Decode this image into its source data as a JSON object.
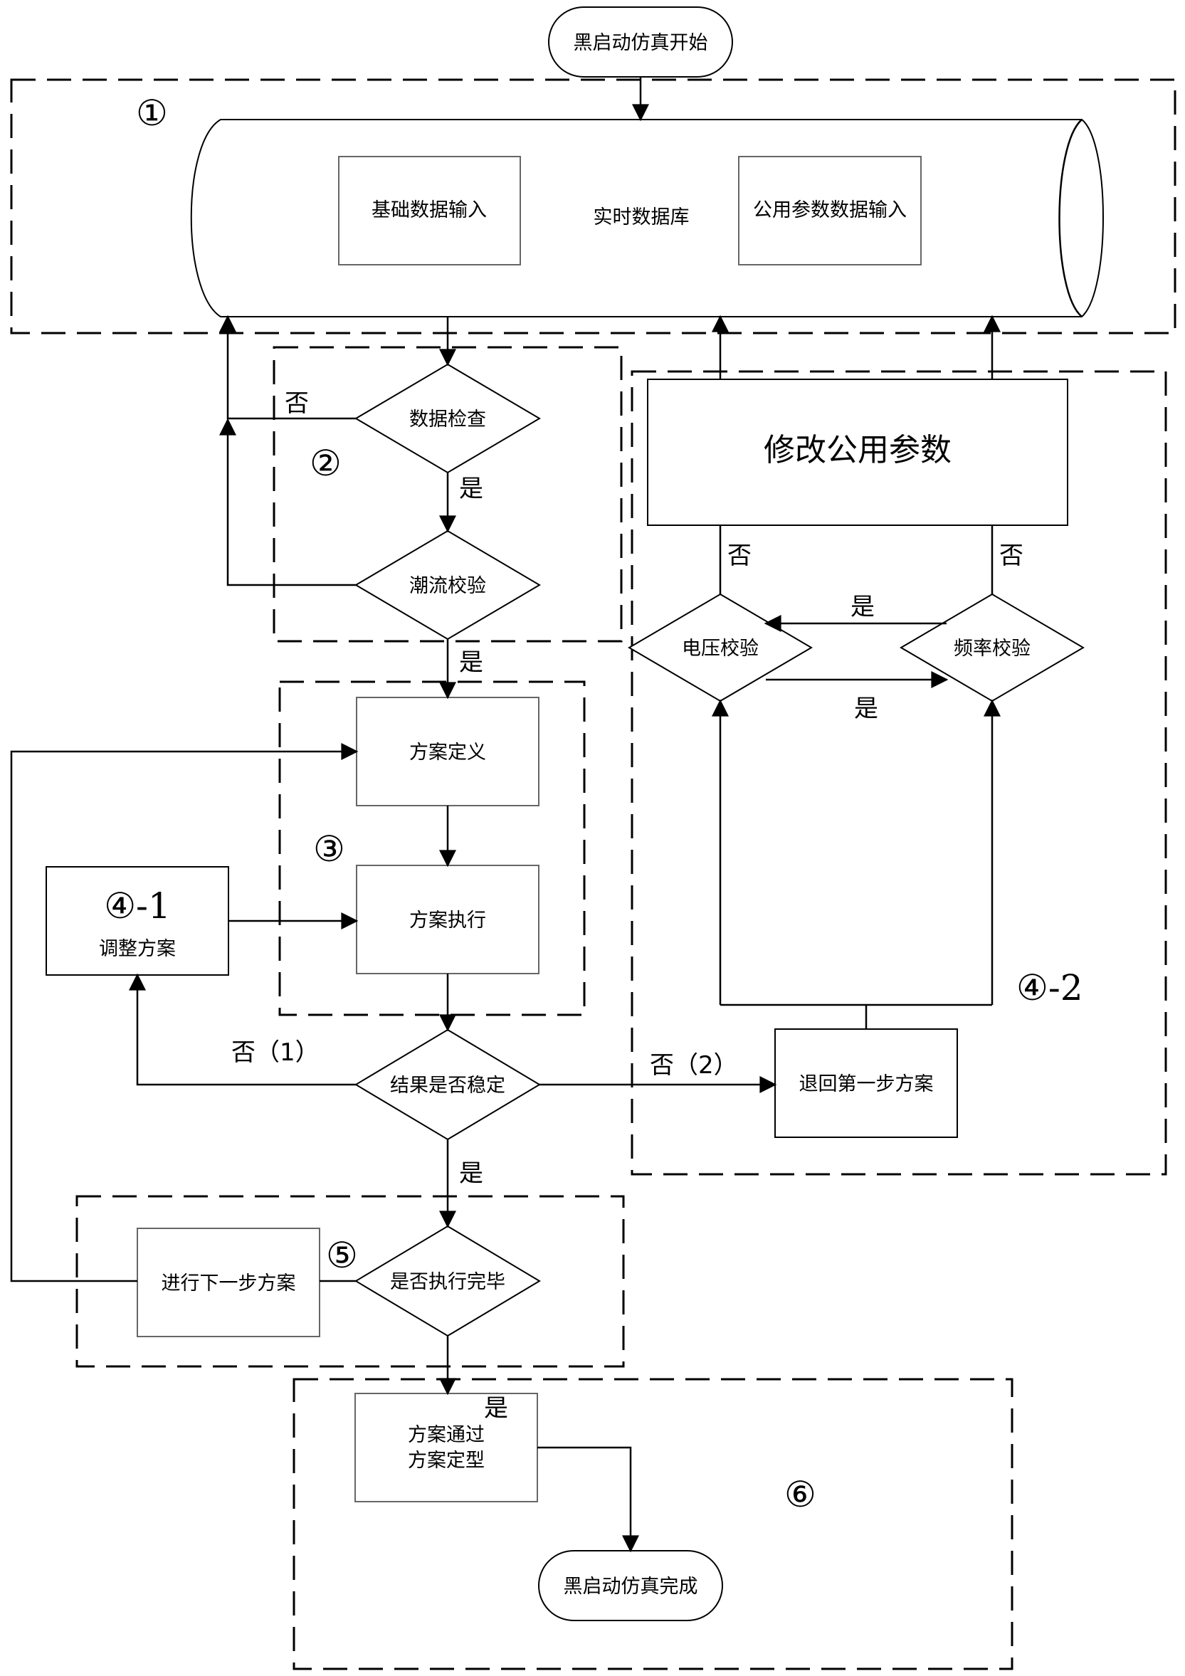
{
  "nodes": {
    "start": "黑启动仿真开始",
    "base_data": "基础数据输入",
    "realtime_db": "实时数据库",
    "public_param_input": "公用参数数据输入",
    "data_check": "数据检查",
    "flow_check": "潮流校验",
    "modify_param": "修改公用参数",
    "voltage_check": "电压校验",
    "freq_check": "频率校验",
    "plan_define": "方案定义",
    "plan_execute": "方案执行",
    "adjust_label": "④-1",
    "adjust_plan": "调整方案",
    "result_stable": "结果是否稳定",
    "rollback": "退回第一步方案",
    "next_step": "进行下一步方案",
    "exec_done": "是否执行完毕",
    "plan_pass_1": "方案通过",
    "plan_pass_2": "方案定型",
    "end": "黑启动仿真完成"
  },
  "groups": {
    "g1": "①",
    "g2": "②",
    "g3": "③",
    "g4_2": "④-2",
    "g5": "⑤",
    "g6": "⑥"
  },
  "edge_labels": {
    "data_check_no": "否",
    "data_check_yes": "是",
    "flow_check_yes": "是",
    "voltage_no": "否",
    "freq_no": "否",
    "freq_to_voltage_yes": "是",
    "voltage_to_freq_yes": "是",
    "stable_no_1": "否（1）",
    "stable_no_2": "否（2）",
    "stable_yes": "是",
    "done_yes": "是"
  }
}
